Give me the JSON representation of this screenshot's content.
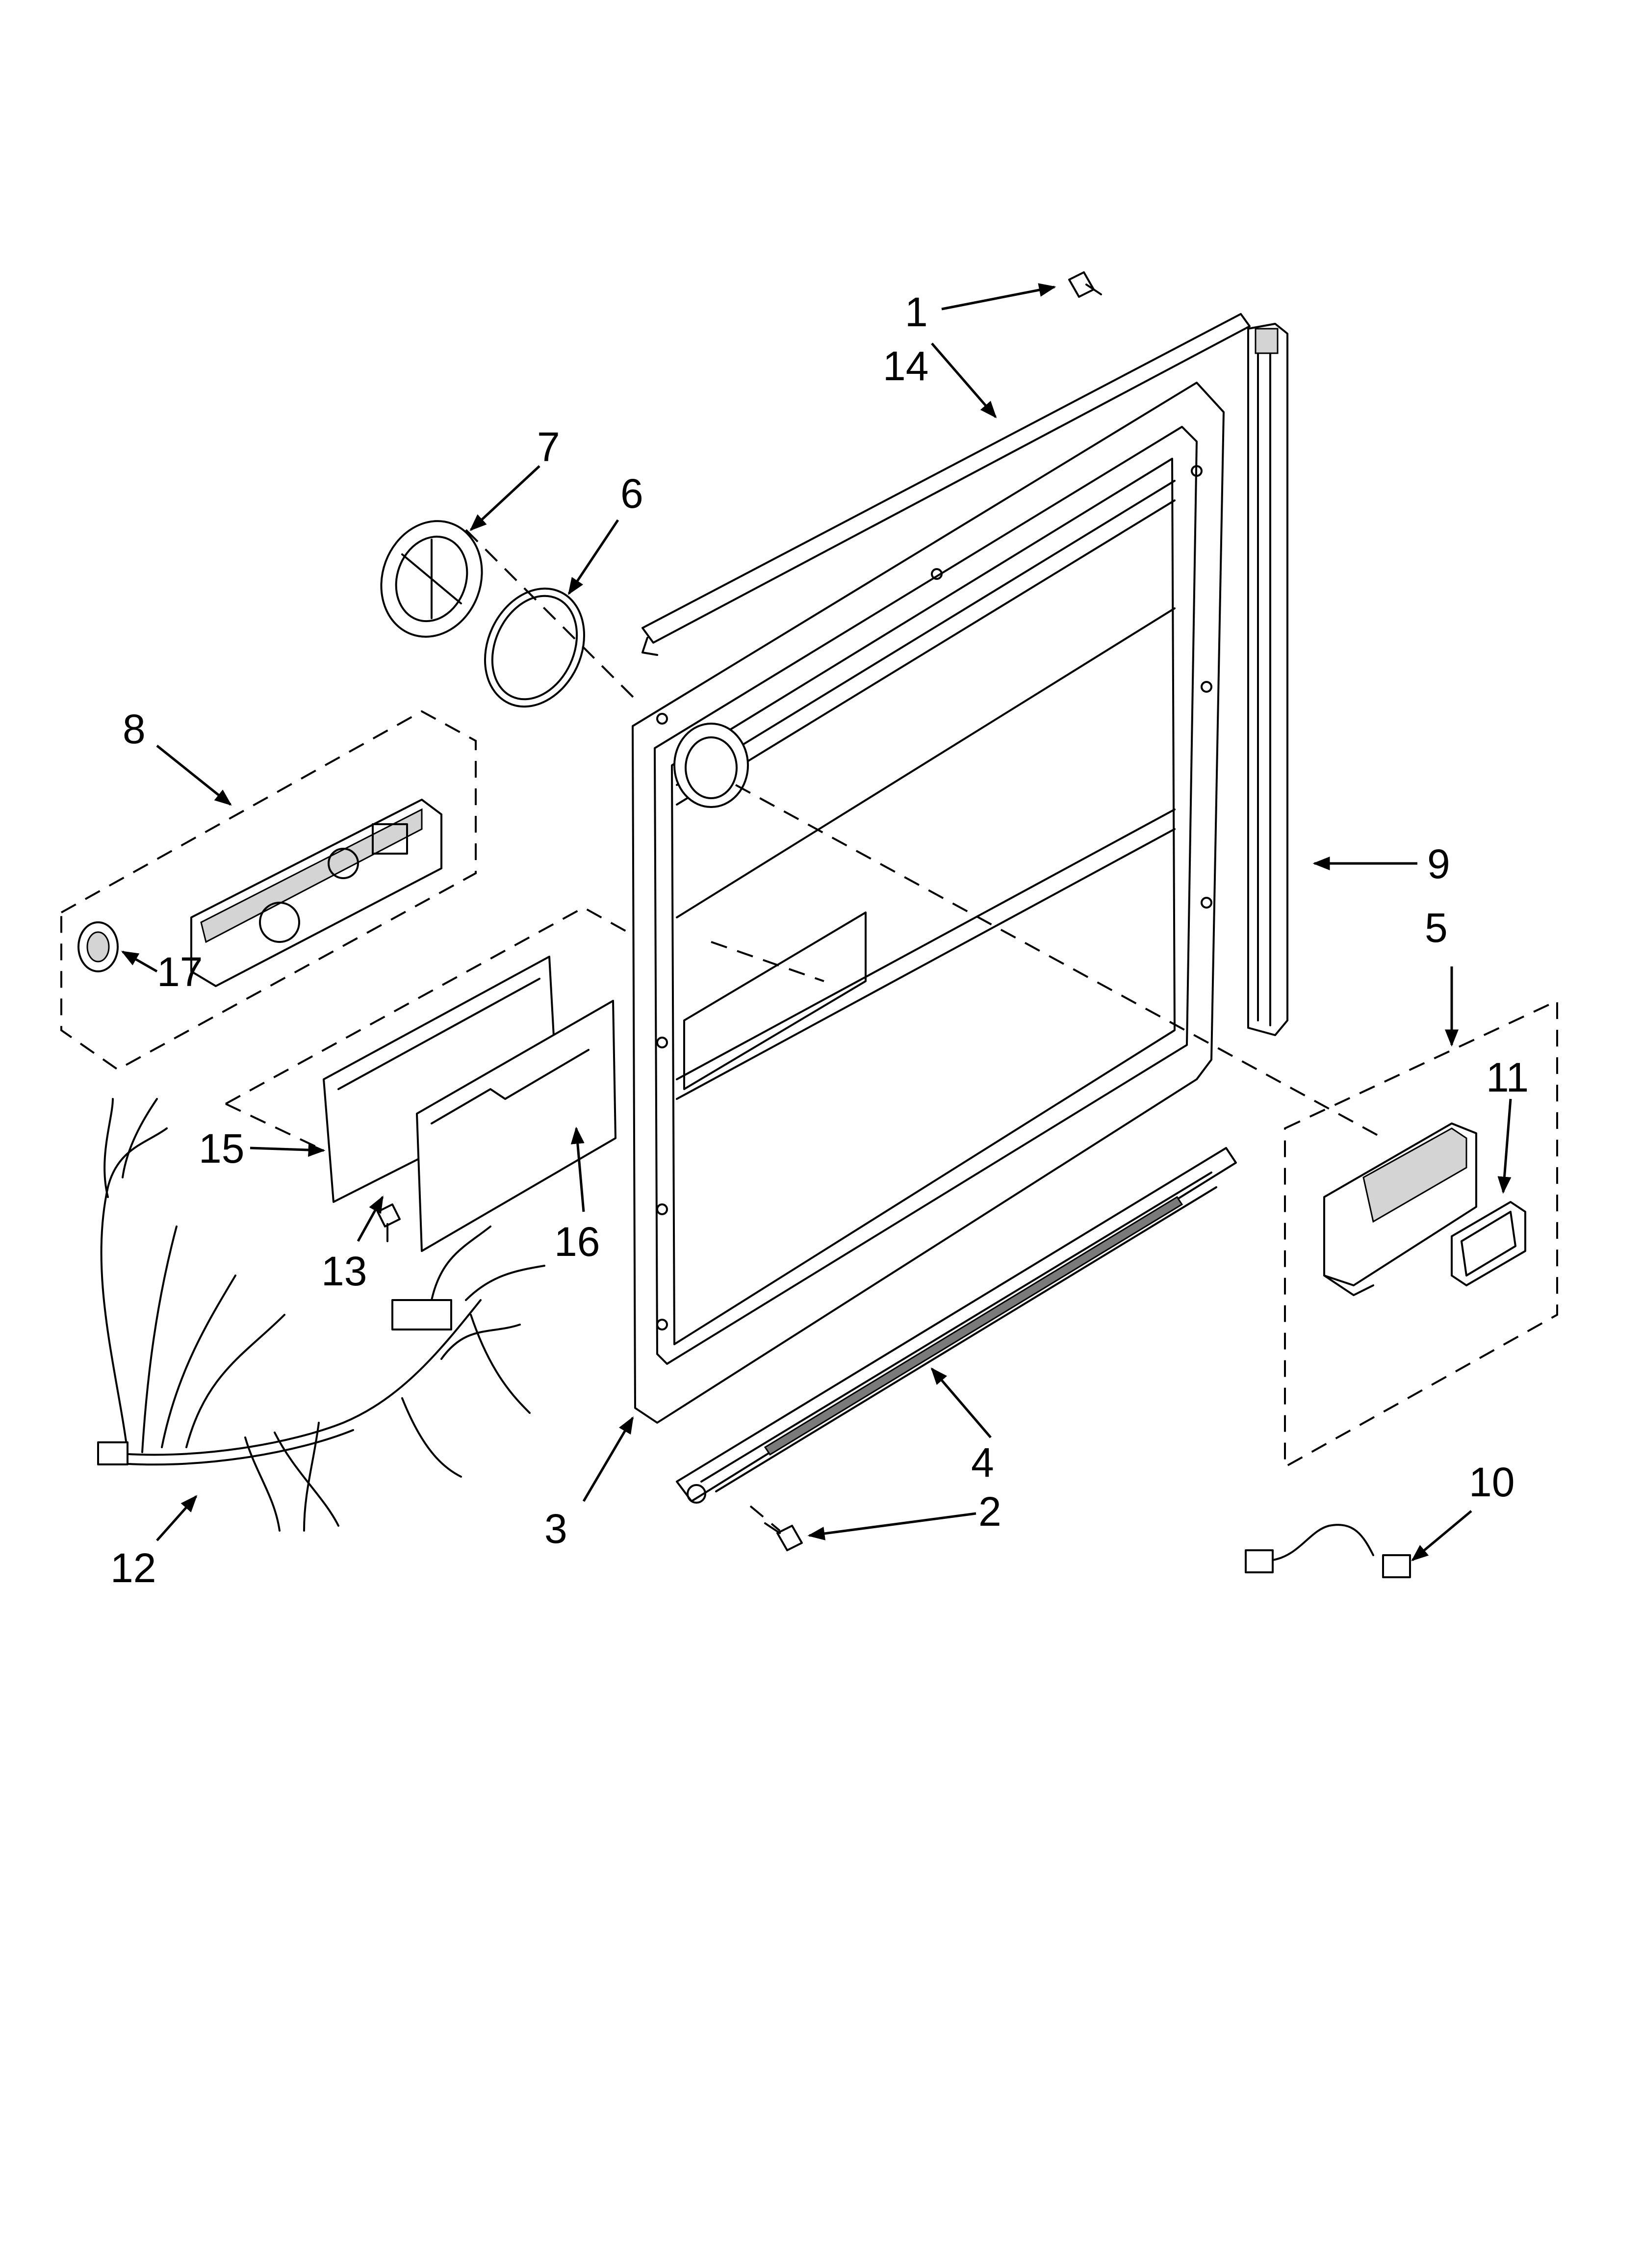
{
  "callouts": [
    {
      "key": "c1",
      "text": "1"
    },
    {
      "key": "c14",
      "text": "14"
    },
    {
      "key": "c7",
      "text": "7"
    },
    {
      "key": "c6",
      "text": "6"
    },
    {
      "key": "c8",
      "text": "8"
    },
    {
      "key": "c9",
      "text": "9"
    },
    {
      "key": "c5",
      "text": "5"
    },
    {
      "key": "c11",
      "text": "11"
    },
    {
      "key": "c17",
      "text": "17"
    },
    {
      "key": "c15",
      "text": "15"
    },
    {
      "key": "c13",
      "text": "13"
    },
    {
      "key": "c16",
      "text": "16"
    },
    {
      "key": "c4",
      "text": "4"
    },
    {
      "key": "c2",
      "text": "2"
    },
    {
      "key": "c3",
      "text": "3"
    },
    {
      "key": "c10",
      "text": "10"
    },
    {
      "key": "c12",
      "text": "12"
    }
  ]
}
